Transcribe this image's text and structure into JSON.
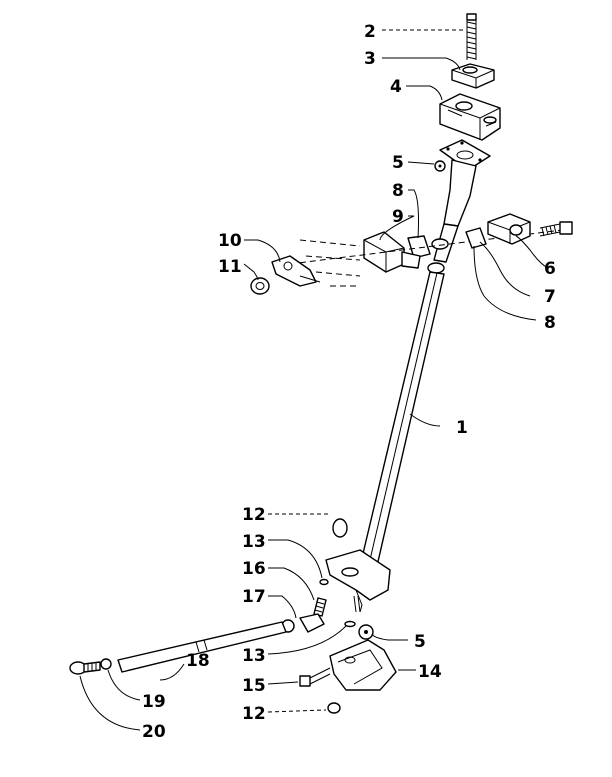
{
  "diagram": {
    "callouts": [
      {
        "id": "c2",
        "label": "2"
      },
      {
        "id": "c3",
        "label": "3"
      },
      {
        "id": "c4",
        "label": "4"
      },
      {
        "id": "c5a",
        "label": "5"
      },
      {
        "id": "c8a",
        "label": "8"
      },
      {
        "id": "c9",
        "label": "9"
      },
      {
        "id": "c10",
        "label": "10"
      },
      {
        "id": "c11",
        "label": "11"
      },
      {
        "id": "c6",
        "label": "6"
      },
      {
        "id": "c7",
        "label": "7"
      },
      {
        "id": "c8b",
        "label": "8"
      },
      {
        "id": "c1",
        "label": "1"
      },
      {
        "id": "c12a",
        "label": "12"
      },
      {
        "id": "c13a",
        "label": "13"
      },
      {
        "id": "c16",
        "label": "16"
      },
      {
        "id": "c17",
        "label": "17"
      },
      {
        "id": "c18",
        "label": "18"
      },
      {
        "id": "c13b",
        "label": "13"
      },
      {
        "id": "c5b",
        "label": "5"
      },
      {
        "id": "c14",
        "label": "14"
      },
      {
        "id": "c15",
        "label": "15"
      },
      {
        "id": "c19",
        "label": "19"
      },
      {
        "id": "c12b",
        "label": "12"
      },
      {
        "id": "c20",
        "label": "20"
      }
    ]
  }
}
